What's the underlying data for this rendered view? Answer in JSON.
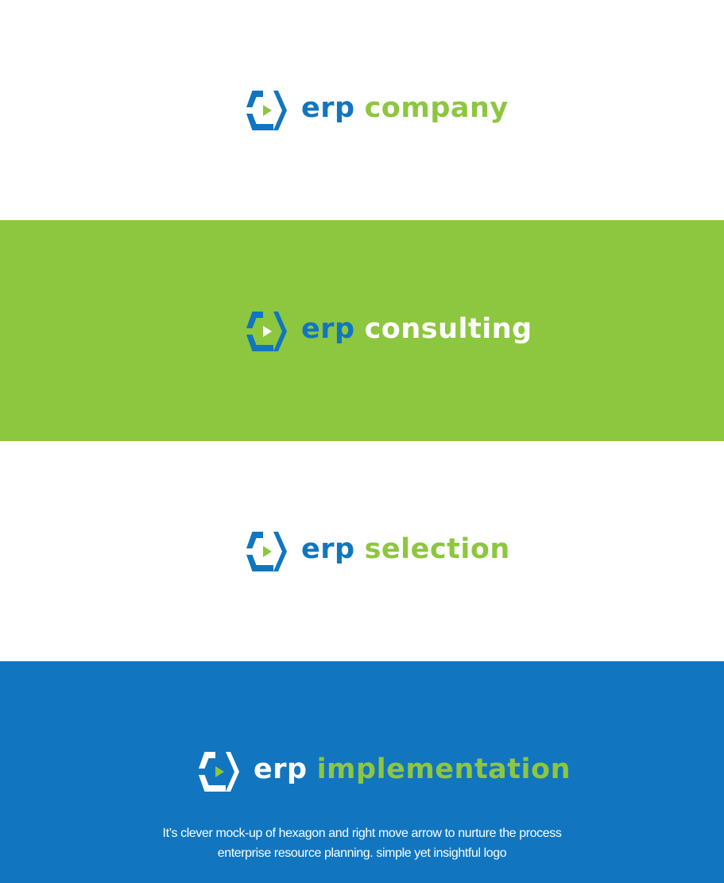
{
  "colors": {
    "blue": "#1176bf",
    "green": "#8dc63f",
    "white": "#ffffff"
  },
  "logos": [
    {
      "background": "#ffffff",
      "icon": "hexagon-play-icon",
      "word1": "erp",
      "word2": "company",
      "hexagon_color": "#1176bf",
      "arrow_color": "#8dc63f",
      "word1_color": "#1176bf",
      "word2_color": "#8dc63f"
    },
    {
      "background": "#8dc63f",
      "icon": "hexagon-play-icon",
      "word1": "erp",
      "word2": "consulting",
      "hexagon_color": "#1176bf",
      "arrow_color": "#ffffff",
      "word1_color": "#1176bf",
      "word2_color": "#ffffff"
    },
    {
      "background": "#ffffff",
      "icon": "hexagon-play-icon",
      "word1": "erp",
      "word2": "selection",
      "hexagon_color": "#1176bf",
      "arrow_color": "#8dc63f",
      "word1_color": "#1176bf",
      "word2_color": "#8dc63f"
    },
    {
      "background": "#1176bf",
      "icon": "hexagon-play-icon",
      "word1": "erp",
      "word2": "implementation",
      "hexagon_color": "#ffffff",
      "arrow_color": "#8dc63f",
      "word1_color": "#ffffff",
      "word2_color": "#8dc63f"
    }
  ],
  "caption": {
    "line1": "It’s clever mock-up of hexagon and right move arrow to nurture the process",
    "line2": "enterprise resource planning. simple yet insightful logo"
  }
}
